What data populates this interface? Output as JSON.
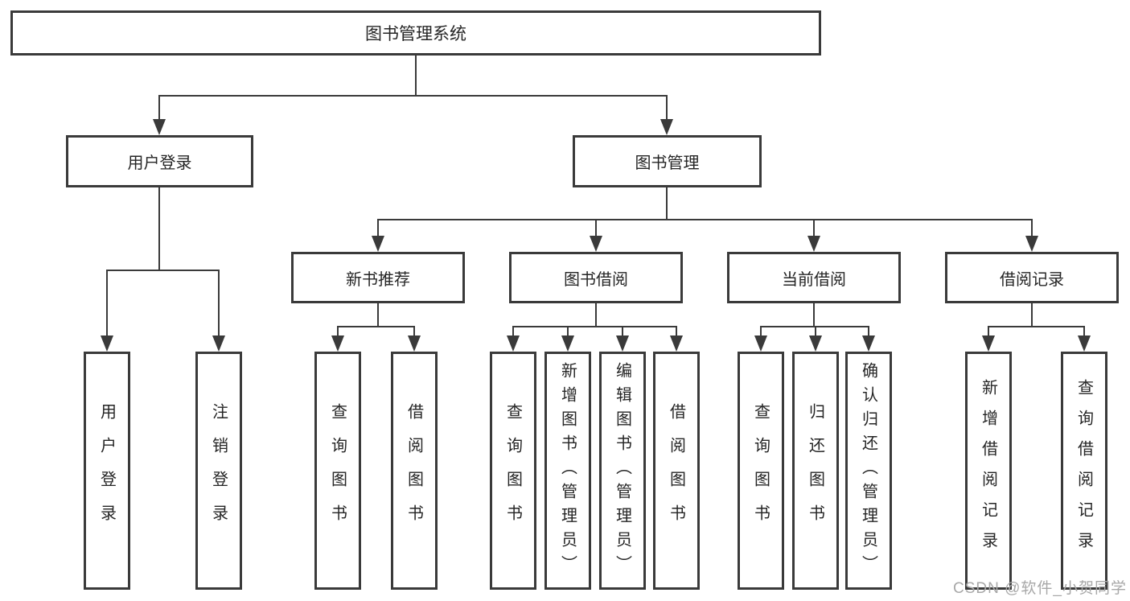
{
  "root": {
    "label": "图书管理系统"
  },
  "level2": [
    {
      "label": "用户登录"
    },
    {
      "label": "图书管理"
    }
  ],
  "level3": [
    {
      "label": "新书推荐"
    },
    {
      "label": "图书借阅"
    },
    {
      "label": "当前借阅"
    },
    {
      "label": "借阅记录"
    }
  ],
  "leaves": [
    {
      "label": "用户登录"
    },
    {
      "label": "注销登录"
    },
    {
      "label": "查询图书"
    },
    {
      "label": "借阅图书"
    },
    {
      "label": "查询图书"
    },
    {
      "label": "新增图书（管理员）"
    },
    {
      "label": "编辑图书（管理员）"
    },
    {
      "label": "借阅图书"
    },
    {
      "label": "查询图书"
    },
    {
      "label": "归还图书"
    },
    {
      "label": "确认归还（管理员）"
    },
    {
      "label": "新增借阅记录"
    },
    {
      "label": "查询借阅记录"
    }
  ],
  "watermark": {
    "text": "CSDN @软件_小贺同学"
  },
  "colors": {
    "line": "#3a3a3a",
    "box_border": "#3a3a3a",
    "text": "#252525",
    "watermark": "#a8a8a8",
    "background": "#ffffff"
  }
}
